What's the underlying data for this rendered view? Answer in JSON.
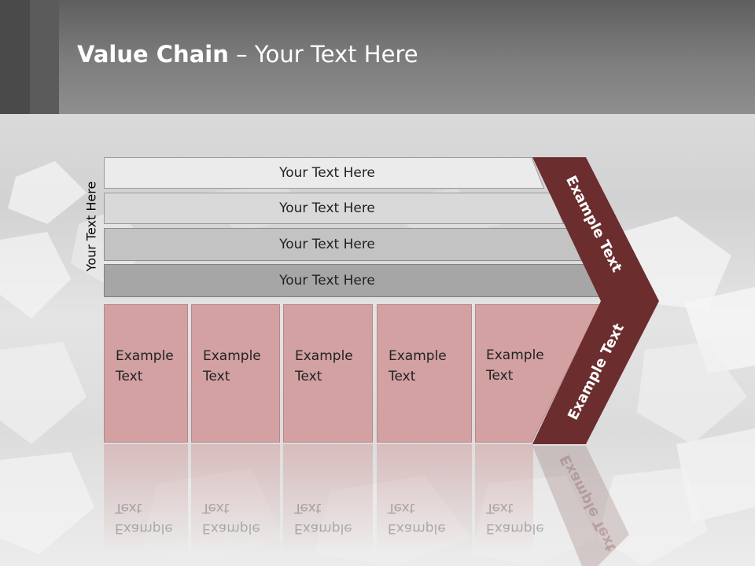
{
  "slide": {
    "title_bold": "Value Chain",
    "title_rest": " – Your Text Here",
    "side_label": "Your Text Here"
  },
  "rows": [
    {
      "label": "Your Text Here",
      "fill": "#ebebeb"
    },
    {
      "label": "Your Text Here",
      "fill": "#d9d9d9"
    },
    {
      "label": "Your Text Here",
      "fill": "#c3c3c3"
    },
    {
      "label": "Your Text Here",
      "fill": "#a6a6a6"
    }
  ],
  "boxes": [
    {
      "line1": "Example",
      "line2": "Text"
    },
    {
      "line1": "Example",
      "line2": "Text"
    },
    {
      "line1": "Example",
      "line2": "Text"
    },
    {
      "line1": "Example",
      "line2": "Text"
    },
    {
      "line1": "Example",
      "line2": "Text"
    }
  ],
  "chevron": {
    "upper_label": "Example Text",
    "lower_label": "Example Text",
    "color": "#6b2d2e"
  },
  "colors": {
    "box_fill": "#d3a1a2"
  }
}
